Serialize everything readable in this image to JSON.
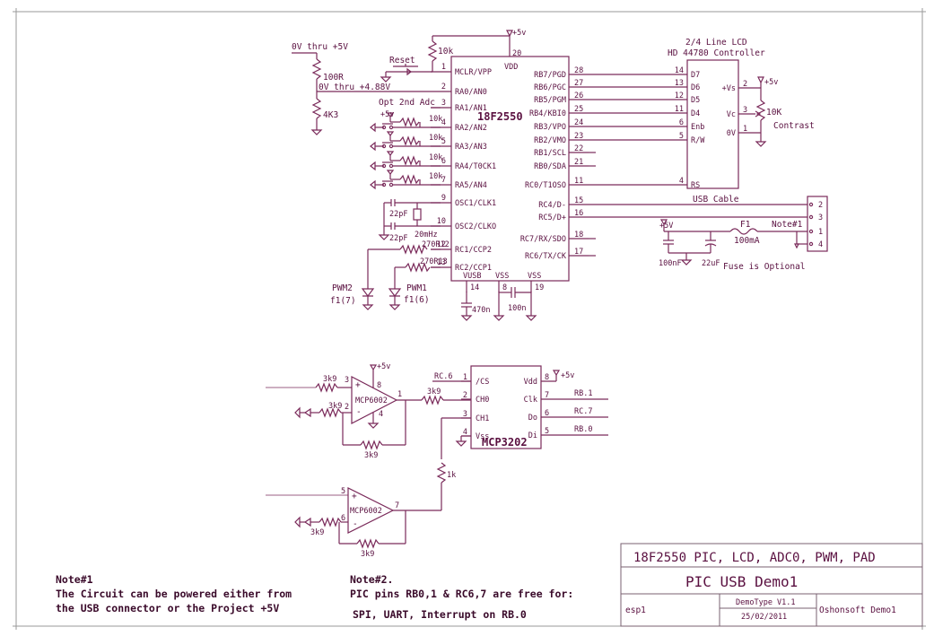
{
  "mcu": {
    "part": "18F2550",
    "vdd": "VDD",
    "left_pins": [
      {
        "num": "1",
        "name": "MCLR/VPP"
      },
      {
        "num": "2",
        "name": "RA0/AN0"
      },
      {
        "num": "3",
        "name": "RA1/AN1"
      },
      {
        "num": "4",
        "name": "RA2/AN2"
      },
      {
        "num": "5",
        "name": "RA3/AN3"
      },
      {
        "num": "6",
        "name": "RA4/T0CK1"
      },
      {
        "num": "7",
        "name": "RA5/AN4"
      },
      {
        "num": "9",
        "name": "OSC1/CLK1"
      },
      {
        "num": "10",
        "name": "OSC2/CLKO"
      },
      {
        "num": "12",
        "name": "RC1/CCP2"
      },
      {
        "num": "13",
        "name": "RC2/CCP1"
      }
    ],
    "right_pins": [
      {
        "num": "28",
        "name": "RB7/PGD"
      },
      {
        "num": "27",
        "name": "RB6/PGC"
      },
      {
        "num": "26",
        "name": "RB5/PGM"
      },
      {
        "num": "25",
        "name": "RB4/KBI0"
      },
      {
        "num": "24",
        "name": "RB3/VPO"
      },
      {
        "num": "23",
        "name": "RB2/VMO"
      },
      {
        "num": "22",
        "name": "RB1/SCL"
      },
      {
        "num": "21",
        "name": "RB0/SDA"
      },
      {
        "num": "11",
        "name": "RC0/T1OSO"
      },
      {
        "num": "15",
        "name": "RC4/D-"
      },
      {
        "num": "16",
        "name": "RC5/D+"
      },
      {
        "num": "18",
        "name": "RC7/RX/SDO"
      },
      {
        "num": "17",
        "name": "RC6/TX/CK"
      }
    ],
    "bottom_pins": [
      {
        "num": "14",
        "name": "VUSB"
      },
      {
        "num": "8",
        "name": "VSS"
      },
      {
        "num": "19",
        "name": "VSS"
      }
    ],
    "vdd_pin": "20"
  },
  "lcd": {
    "title1": "2/4 Line LCD",
    "title2": "HD 44780 Controller",
    "pins": [
      {
        "num": "14",
        "name": "D7"
      },
      {
        "num": "13",
        "name": "D6"
      },
      {
        "num": "12",
        "name": "D5"
      },
      {
        "num": "11",
        "name": "D4"
      },
      {
        "num": "6",
        "name": "Enb"
      },
      {
        "num": "5",
        "name": "R/W"
      },
      {
        "num": "4",
        "name": "RS"
      }
    ],
    "right_pins": [
      {
        "num": "2",
        "name": "+Vs"
      },
      {
        "num": "3",
        "name": "Vc"
      },
      {
        "num": "1",
        "name": "0V"
      }
    ],
    "contrast_pot": "10K",
    "contrast_label": "Contrast"
  },
  "usb": {
    "label": "USB Cable",
    "pins": [
      "2",
      "3",
      "1",
      "4"
    ],
    "fuse": "F1",
    "fuse_value": "100mA",
    "note_ref": "Note#1",
    "cap1": "100nF",
    "cap2": "22uF",
    "fuse_note": "Fuse is Optional",
    "supply": "+5V"
  },
  "labels": {
    "supply": "+5V",
    "supply_v": "+5v",
    "in_range1": "0V thru +5V",
    "in_range2": "0V thru +4.88V",
    "r100": "100R",
    "r4k3": "4K3",
    "r10k": "10k",
    "reset": "Reset",
    "opt_adc": "Opt 2nd Adc",
    "r10k_sw": [
      "10k",
      "10k",
      "10k",
      "10k"
    ],
    "cap22a": "22pF",
    "cap22b": "22pF",
    "xtal": "20mHz",
    "r270a": "270R12",
    "r270b": "270R13",
    "pwm2": "PWM2",
    "pwm2f": "f1(7)",
    "pwm1": "PWM1",
    "pwm1f": "f1(6)",
    "c470": "470n",
    "c100": "100n"
  },
  "adc": {
    "part": "MCP3202",
    "left_pins": [
      {
        "num": "1",
        "name": "/CS"
      },
      {
        "num": "2",
        "name": "CH0"
      },
      {
        "num": "3",
        "name": "CH1"
      },
      {
        "num": "4",
        "name": "Vss"
      }
    ],
    "right_pins": [
      {
        "num": "8",
        "name": "Vdd"
      },
      {
        "num": "7",
        "name": "Clk"
      },
      {
        "num": "6",
        "name": "Do"
      },
      {
        "num": "5",
        "name": "Di"
      }
    ],
    "cs_net": "RC.6",
    "nets": [
      "RB.1",
      "RC.7",
      "RB.0"
    ],
    "supply": "+5v"
  },
  "opamps": {
    "part": "MCP6002",
    "top": {
      "p": "3",
      "n": "2",
      "out": "1",
      "vcc": "8",
      "gnd": "4",
      "r_in": "3k9",
      "r_fb": "3k9",
      "r_gnd": "3k9",
      "r_out": "3k9",
      "supply": "+5v"
    },
    "bottom": {
      "p": "5",
      "n": "6",
      "out": "7",
      "r_gnd": "3k9",
      "r_fb": "3k9"
    },
    "r1k": "1k",
    "minus": "-",
    "plus": "+"
  },
  "notes": {
    "note1_title": "Note#1",
    "note1_line1": "The Circuit can be powered either from",
    "note1_line2": "the USB connector or the Project +5V",
    "note2_title": "Note#2.",
    "note2_line1": "PIC pins RB0,1 & RC6,7 are free for:",
    "note2_line2": "SPI, UART, Interrupt on RB.0"
  },
  "title_block": {
    "subtitle": "18F2550 PIC, LCD, ADC0, PWM, PAD",
    "title": "PIC USB Demo1",
    "file": "esp1",
    "type": "DemoType V1.1",
    "date": "25/02/2011",
    "company": "Oshonsoft Demo1"
  }
}
